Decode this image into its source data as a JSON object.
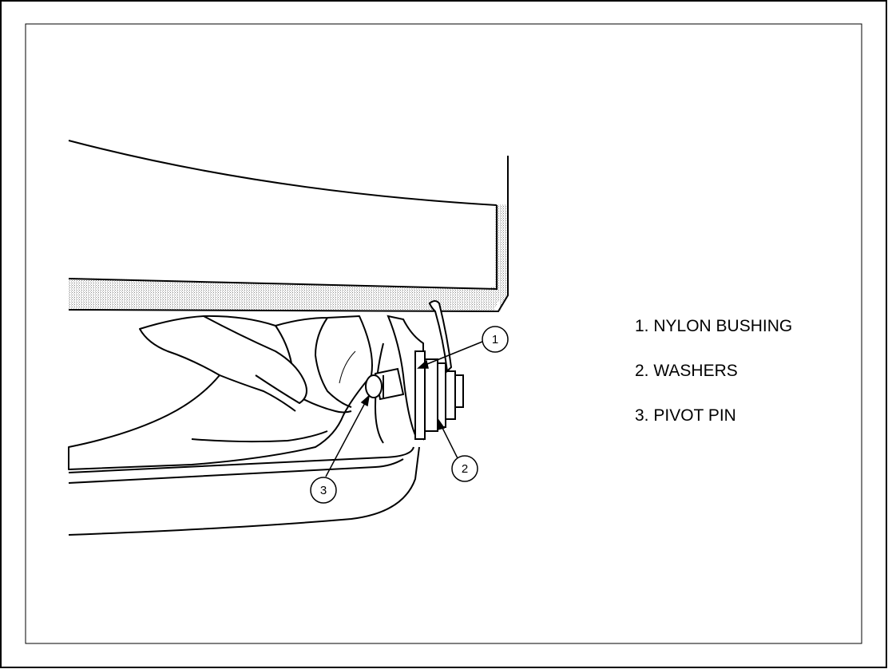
{
  "callouts": [
    {
      "number": "1"
    },
    {
      "number": "2"
    },
    {
      "number": "3"
    }
  ],
  "legend": [
    {
      "text": "1. NYLON BUSHING"
    },
    {
      "text": "2. WASHERS"
    },
    {
      "text": "3. PIVOT PIN"
    }
  ],
  "colors": {
    "ink": "#000000",
    "paper": "#ffffff",
    "stipple": "#9a9a9a"
  }
}
